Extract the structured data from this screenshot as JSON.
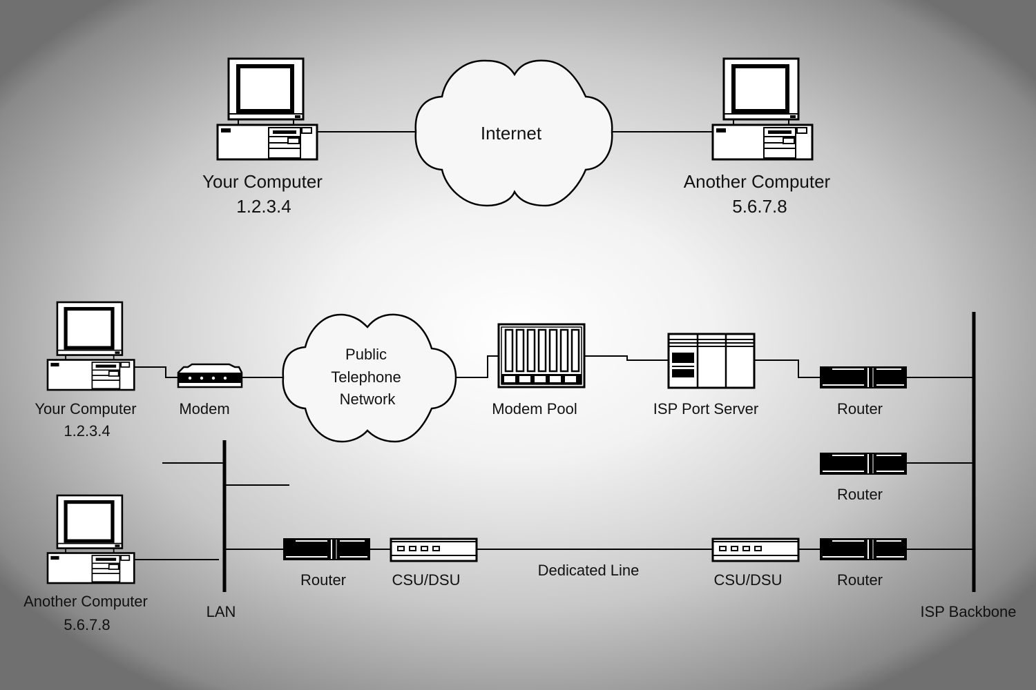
{
  "diagram": {
    "top_section": {
      "nodes": [
        {
          "id": "your-computer",
          "type": "computer",
          "label": "Your Computer",
          "address": "1.2.3.4"
        },
        {
          "id": "internet",
          "type": "cloud",
          "label": "Internet"
        },
        {
          "id": "another-computer",
          "type": "computer",
          "label": "Another Computer",
          "address": "5.6.7.8"
        }
      ],
      "links": [
        [
          "your-computer",
          "internet"
        ],
        [
          "internet",
          "another-computer"
        ]
      ]
    },
    "bottom_section": {
      "nodes": [
        {
          "id": "dialup-computer",
          "type": "computer",
          "label": "Your Computer",
          "address": "1.2.3.4"
        },
        {
          "id": "modem",
          "type": "modem",
          "label": "Modem"
        },
        {
          "id": "pstn",
          "type": "cloud",
          "label_lines": [
            "Public",
            "Telephone",
            "Network"
          ]
        },
        {
          "id": "modem-pool",
          "type": "modem-pool",
          "label": "Modem Pool"
        },
        {
          "id": "isp-port-server",
          "type": "server",
          "label": "ISP Port Server"
        },
        {
          "id": "router-1",
          "type": "router",
          "label": "Router"
        },
        {
          "id": "router-2",
          "type": "router",
          "label": "Router"
        },
        {
          "id": "router-3",
          "type": "router",
          "label": "Router"
        },
        {
          "id": "isp-backbone",
          "type": "bus",
          "label": "ISP Backbone"
        },
        {
          "id": "csu-dsu-isp",
          "type": "csu-dsu",
          "label": "CSU/DSU"
        },
        {
          "id": "dedicated-line",
          "type": "link-label",
          "label": "Dedicated Line"
        },
        {
          "id": "csu-dsu-lan",
          "type": "csu-dsu",
          "label": "CSU/DSU"
        },
        {
          "id": "lan-router",
          "type": "router",
          "label": "Router"
        },
        {
          "id": "lan",
          "type": "bus",
          "label": "LAN"
        },
        {
          "id": "lan-computer",
          "type": "computer",
          "label": "Another Computer",
          "address": "5.6.7.8"
        }
      ],
      "links": [
        [
          "dialup-computer",
          "modem"
        ],
        [
          "modem",
          "pstn"
        ],
        [
          "pstn",
          "modem-pool"
        ],
        [
          "modem-pool",
          "isp-port-server"
        ],
        [
          "isp-port-server",
          "router-1"
        ],
        [
          "router-1",
          "isp-backbone"
        ],
        [
          "router-2",
          "isp-backbone"
        ],
        [
          "router-3",
          "isp-backbone"
        ],
        [
          "router-3",
          "csu-dsu-isp"
        ],
        [
          "csu-dsu-isp",
          "csu-dsu-lan"
        ],
        [
          "csu-dsu-lan",
          "lan-router"
        ],
        [
          "lan-router",
          "lan"
        ],
        [
          "lan-computer",
          "lan"
        ]
      ]
    }
  }
}
